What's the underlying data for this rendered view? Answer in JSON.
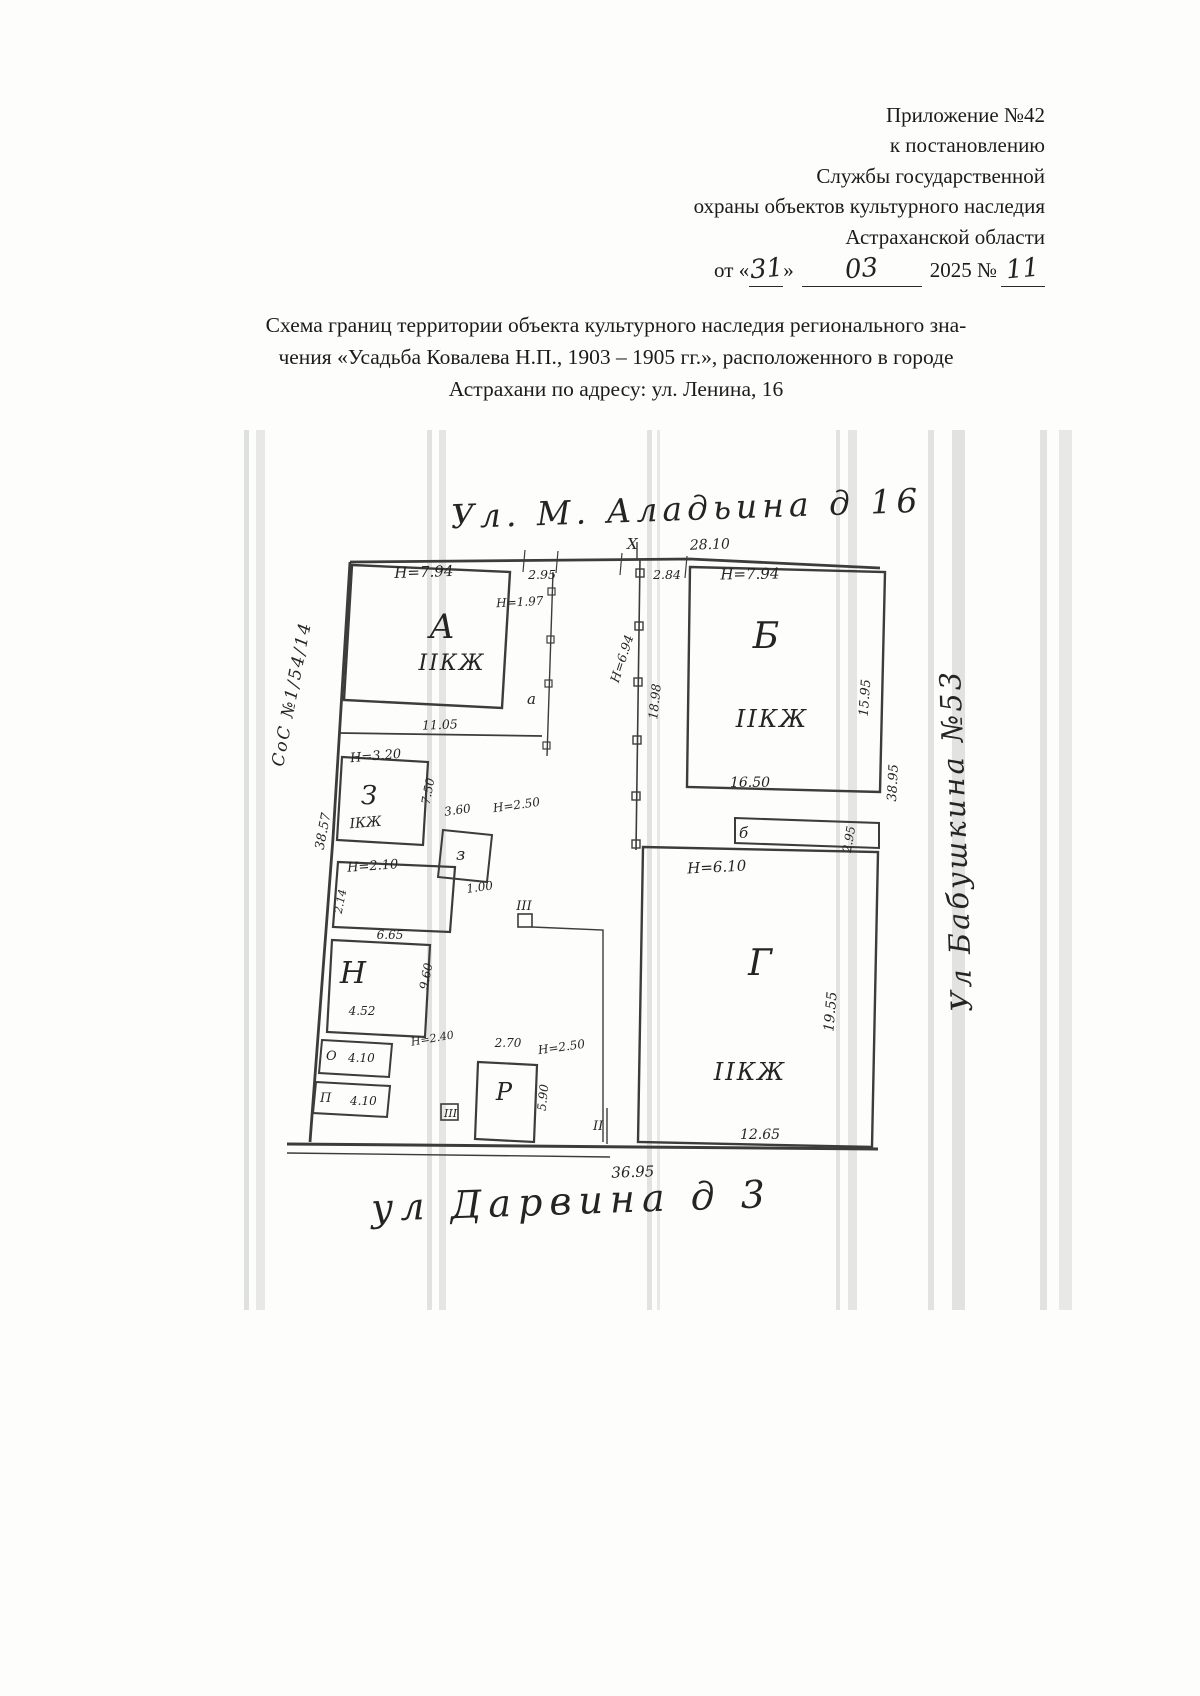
{
  "header": {
    "appendix": "Приложение №42",
    "to_resolution": "к постановлению",
    "service1": "Службы государственной",
    "service2": "охраны объектов культурного наследия",
    "region": "Астраханской области",
    "date_prefix": "от «",
    "date_day": "31",
    "date_close": "»",
    "date_month": "03",
    "date_year": "2025 №",
    "date_number": "11"
  },
  "title": {
    "line1": "Схема границ территории объекта культурного наследия регионального зна-",
    "line2": "чения «Усадьба Ковалева Н.П., 1903 – 1905 гг.», расположенного в городе",
    "line3": "Астрахани по адресу: ул. Ленина, 16"
  },
  "plan": {
    "street_top": "Ул. М. Аладьина д 16",
    "street_bottom": "ул Дарвина д 3",
    "street_right": "Ул Бабушкина №53",
    "left_note": "СоС №1/54/14",
    "labels": {
      "mark_x": "X",
      "dim_top": "28.10",
      "h_a": "Н=7.94",
      "dim_295a": "2.95",
      "dim_284": "2.84",
      "h_b": "Н=7.94",
      "a_letter": "А",
      "a_floors": "IIКЖ",
      "h_197": "Н=1.97",
      "small_a": "а",
      "h_694": "Н=6.94",
      "dim_1898": "18.98",
      "b_letter": "Б",
      "b_floors": "IIКЖ",
      "dim_1595": "15.95",
      "dim_1650": "16.50",
      "dim_1105": "11.05",
      "h_320": "Н=3.20",
      "z_letter": "З",
      "z_floors": "IКЖ",
      "dim_750": "7.50",
      "dim_3857": "38.57",
      "dim_360": "3.60",
      "h_250z": "Н=2.50",
      "z_small": "з",
      "dim_100": "1.00",
      "h_210": "Н=2.10",
      "dim_214": "2.14",
      "dim_665": "6.65",
      "n_letter": "Н",
      "dim_960": "9.60",
      "dim_452": "4.52",
      "h_240": "Н=2.40",
      "o_letter": "О",
      "dim_410o": "4.10",
      "p_letter": "П",
      "dim_410p": "4.10",
      "mark_iii_a": "III",
      "mark_iii_b": "III",
      "dim_270": "2.70",
      "h_250r": "Н=2.50",
      "r_letter": "Р",
      "dim_590": "5.90",
      "g_letter": "Г",
      "g_floors": "IIКЖ",
      "h_610": "Н=6.10",
      "dim_1955": "19.55",
      "dim_1265": "12.65",
      "b_small": "б",
      "dim_295b": "2.95",
      "dim_3895": "38.95",
      "mark_ii": "II",
      "dim_3695": "36.95"
    }
  }
}
